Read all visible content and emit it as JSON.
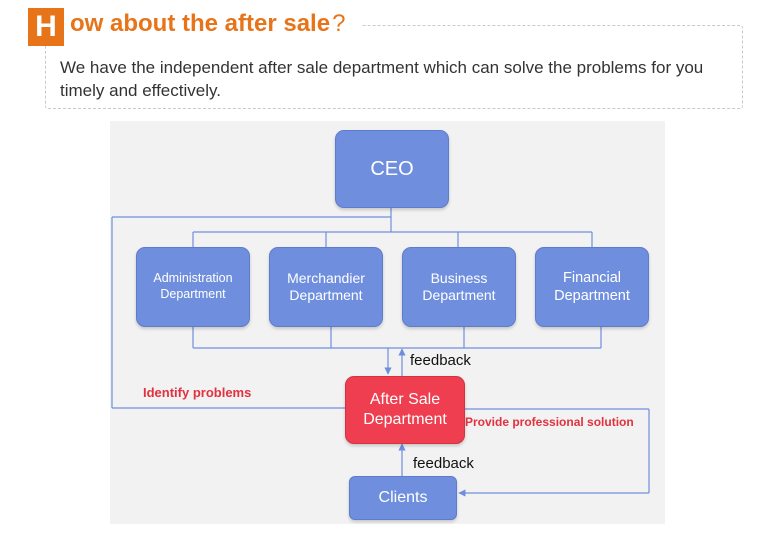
{
  "header": {
    "badge_letter": "H",
    "title": "ow about the after sale",
    "title_mark": "?",
    "description": "We have the independent after sale department which can solve the problems for you timely and effectively."
  },
  "diagram": {
    "ceo": "CEO",
    "departments": [
      "Administration Department",
      "Merchandier Department",
      "Business Department",
      "Financial Department"
    ],
    "after_sale": "After Sale Department",
    "clients": "Clients",
    "feedback_top": "feedback",
    "feedback_bottom": "feedback",
    "identify_problems": "Identify problems",
    "provide_solution": "Provide professional solution"
  },
  "colors": {
    "accent": "#e8741a",
    "node_blue": "#6f8fde",
    "node_red": "#ee3e4f",
    "line": "#6f8fde",
    "red_text": "#e2313f"
  }
}
